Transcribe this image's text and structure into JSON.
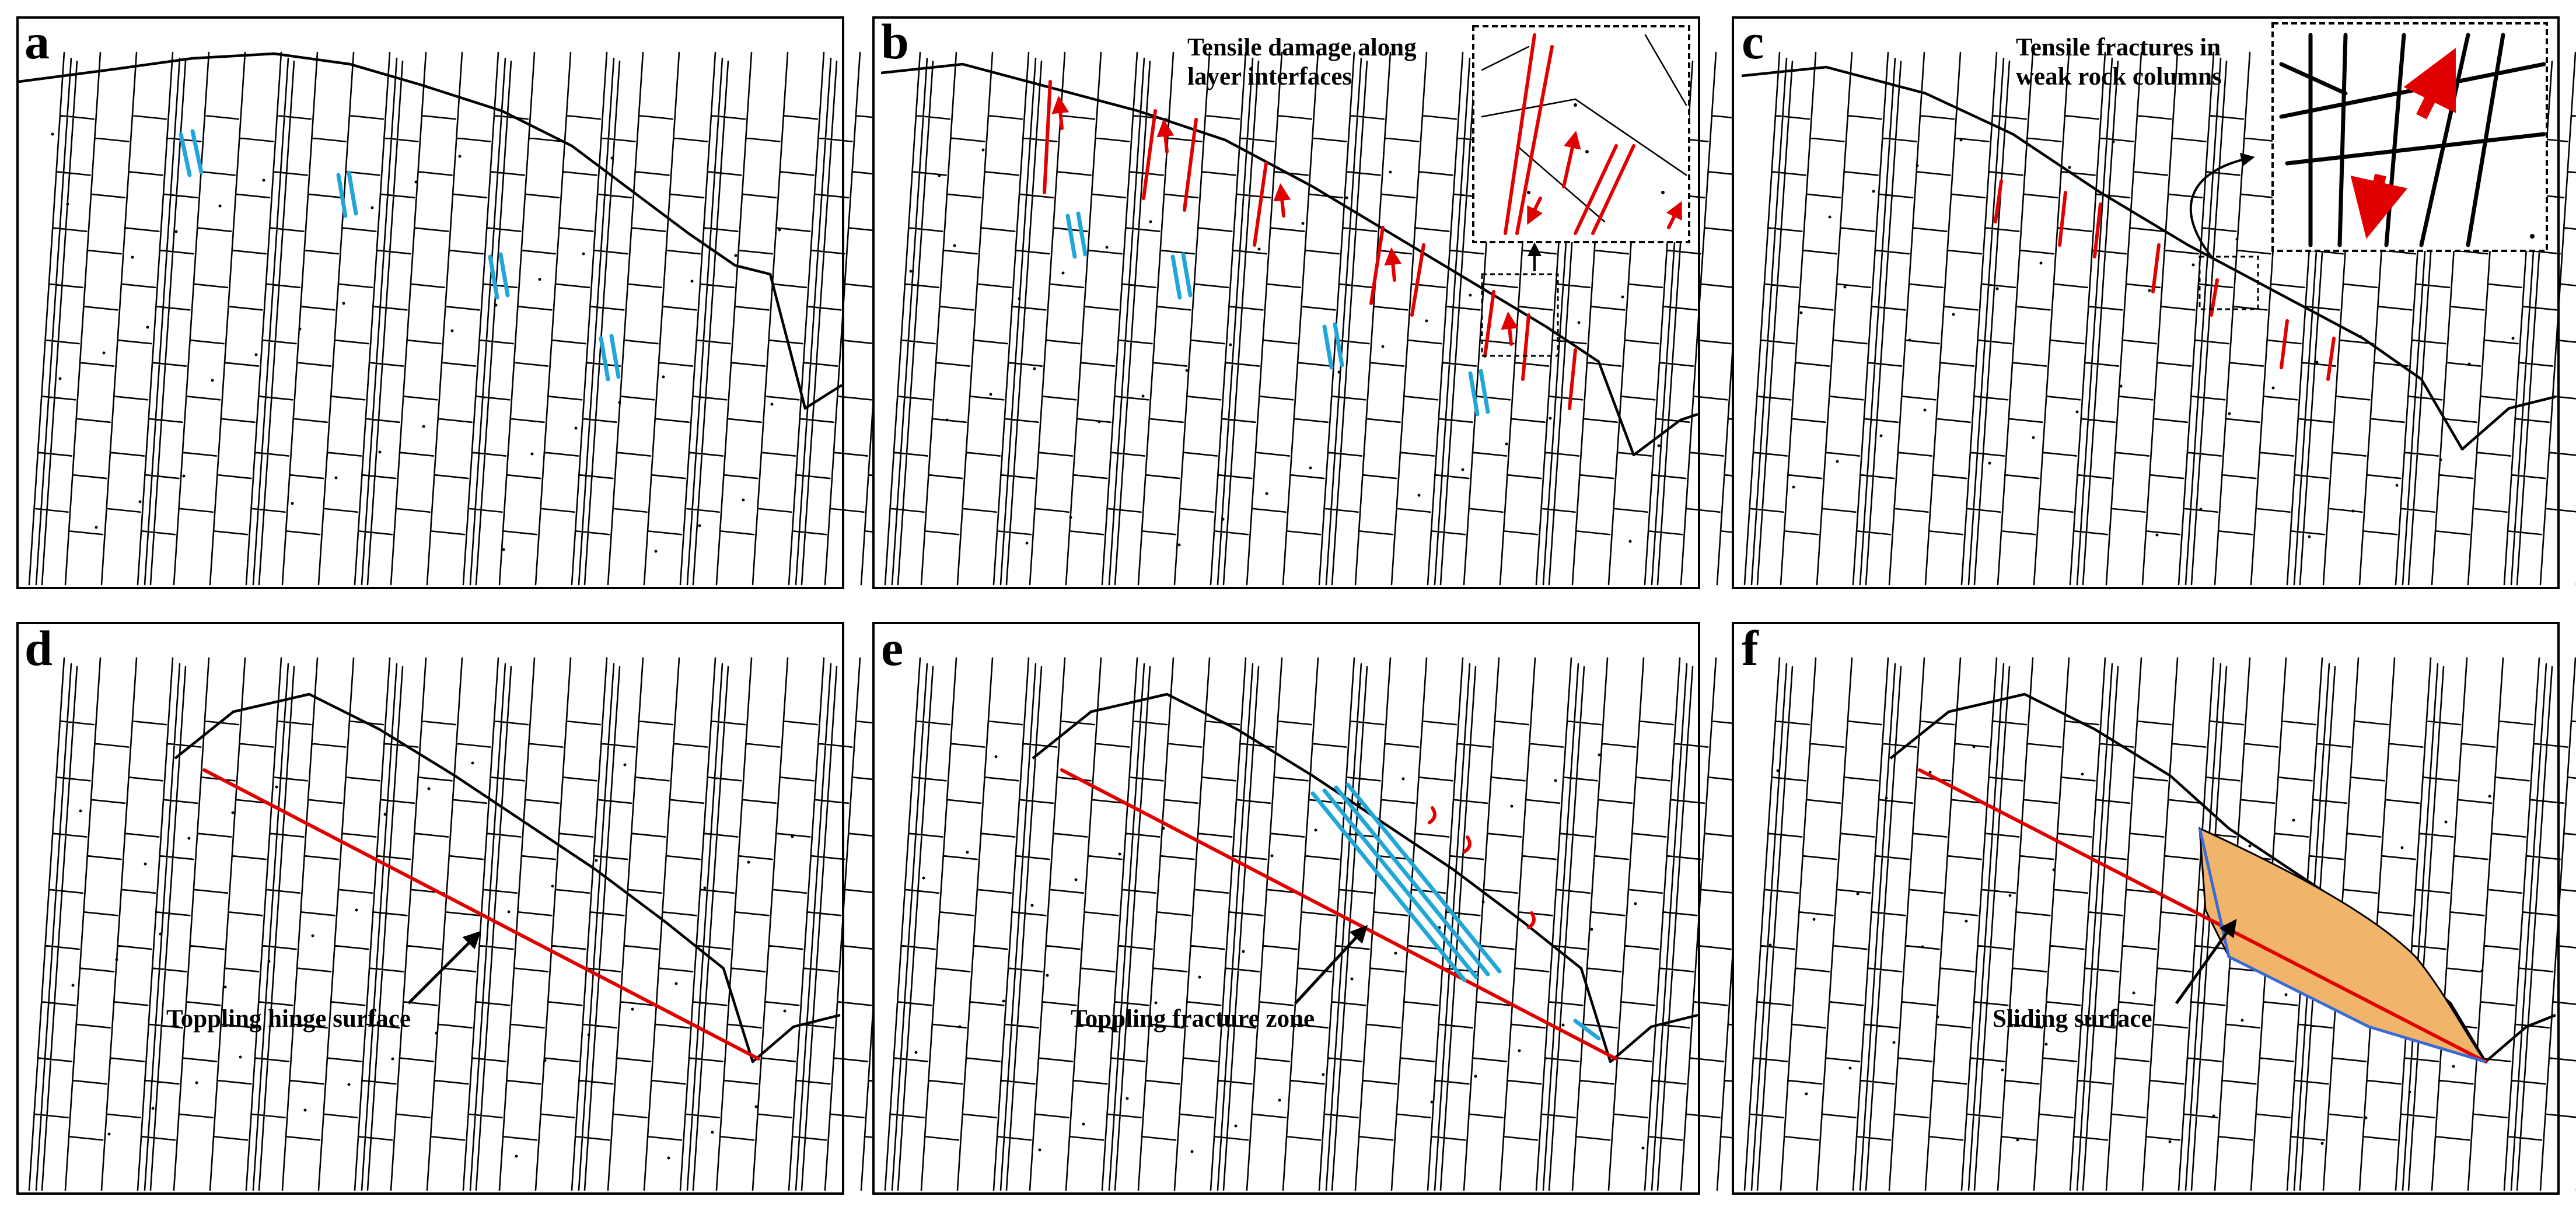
{
  "panels": [
    {
      "id": "a",
      "label": "a",
      "annotation": ""
    },
    {
      "id": "b",
      "label": "b",
      "annotation": [
        "Tensile damage along",
        "layer interfaces"
      ]
    },
    {
      "id": "c",
      "label": "c",
      "annotation": [
        "Tensile fractures in",
        "weak rock columns"
      ]
    },
    {
      "id": "d",
      "label": "d",
      "annotation": "Toppling hinge surface"
    },
    {
      "id": "e",
      "label": "e",
      "annotation": "Toppling fracture zone"
    },
    {
      "id": "f",
      "label": "f",
      "annotation": "Sliding surface"
    }
  ],
  "colors": {
    "outline": "#000000",
    "tensile_damage": "#e00000",
    "shear_slip": "#20a6d8",
    "hinge_surface": "#e00000",
    "sliding_mass": "#f0b56a"
  },
  "icons": {
    "shear_pair": "double-half-arrow-icon",
    "tension": "red-arrow-icon",
    "pointer": "black-arrow-icon"
  }
}
